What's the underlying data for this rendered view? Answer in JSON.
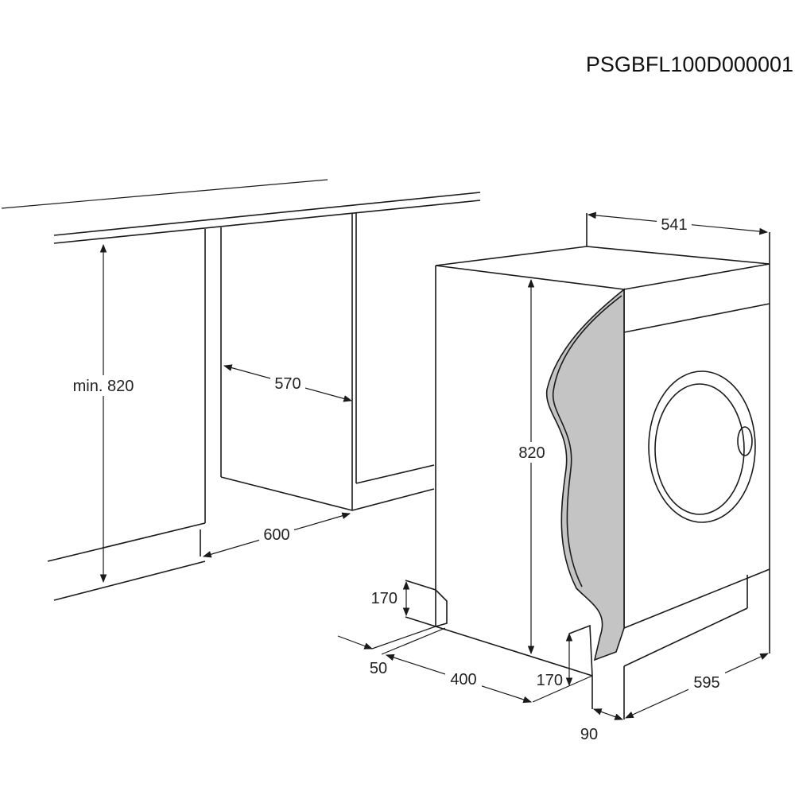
{
  "document_code": "PSGBFL100D000001",
  "dimensions": {
    "appliance_depth": "541",
    "min_niche_height": "min. 820",
    "niche_depth": "570",
    "niche_width": "600",
    "appliance_height": "820",
    "plinth_height_left": "170",
    "plinth_height_door": "170",
    "plinth_setback": "50",
    "door_opening": "400",
    "appliance_width": "595",
    "door_offset": "90"
  },
  "colors": {
    "line": "#1a1a1a",
    "door_fill": "#c4c4c4"
  }
}
